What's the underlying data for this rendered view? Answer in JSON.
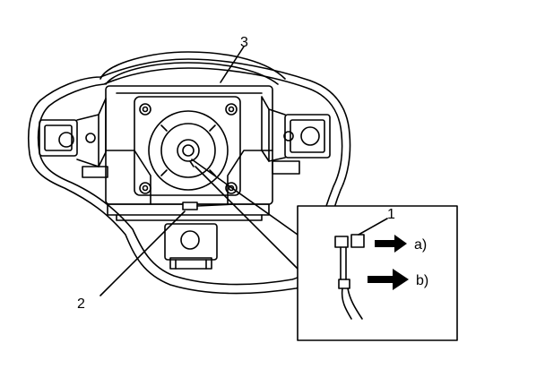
{
  "diagram": {
    "callouts": {
      "part_1": "1",
      "part_2": "2",
      "part_3": "3"
    },
    "inset": {
      "label_a": "a)",
      "label_b": "b)"
    }
  }
}
